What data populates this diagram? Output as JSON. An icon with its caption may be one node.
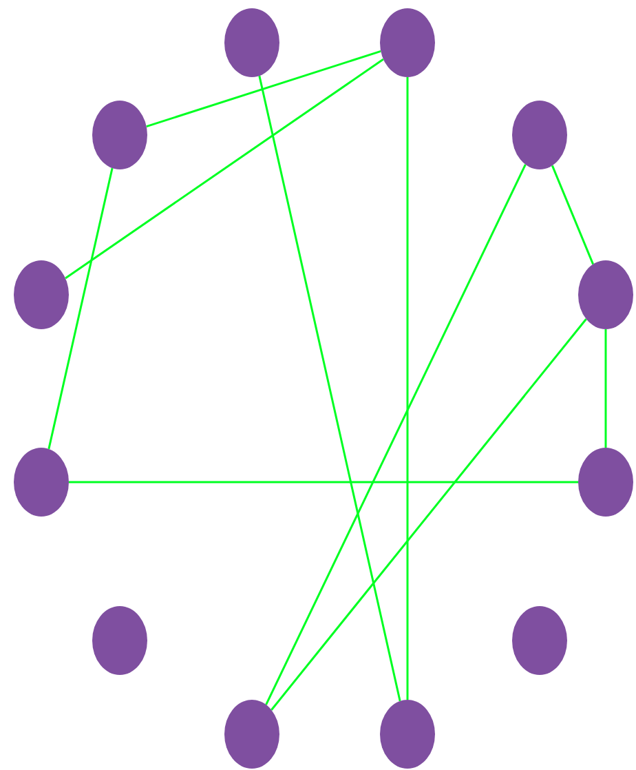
{
  "diagram": {
    "nodes": [
      {
        "text": [],
        "shape": "circle"
      },
      {
        "text": [],
        "shape": "circle"
      },
      {
        "text": [],
        "shape": "circle"
      },
      {
        "text": [],
        "shape": "circle"
      },
      {
        "text": [],
        "shape": "circle"
      },
      {
        "text": [],
        "shape": "circle"
      },
      {
        "text": [],
        "shape": "circle"
      },
      {
        "text": [],
        "shape": "circle"
      },
      {
        "text": [],
        "shape": "circle"
      },
      {
        "text": [],
        "shape": "circle"
      },
      {
        "text": [],
        "shape": "circle"
      },
      {
        "text": [],
        "shape": "circle"
      }
    ],
    "edges": [
      {
        "from": 2,
        "to": 1,
        "arrow": "none"
      },
      {
        "from": 1,
        "to": 4,
        "arrow": "none"
      },
      {
        "from": 0,
        "to": 11,
        "arrow": "none"
      },
      {
        "from": 1,
        "to": 11,
        "arrow": "none"
      },
      {
        "from": 3,
        "to": 5,
        "arrow": "none"
      },
      {
        "from": 3,
        "to": 10,
        "arrow": "none"
      },
      {
        "from": 5,
        "to": 7,
        "arrow": "none"
      },
      {
        "from": 5,
        "to": 10,
        "arrow": "none"
      },
      {
        "from": 2,
        "to": 6,
        "arrow": "none"
      },
      {
        "from": 6,
        "to": 7,
        "arrow": "none"
      }
    ]
  }
}
